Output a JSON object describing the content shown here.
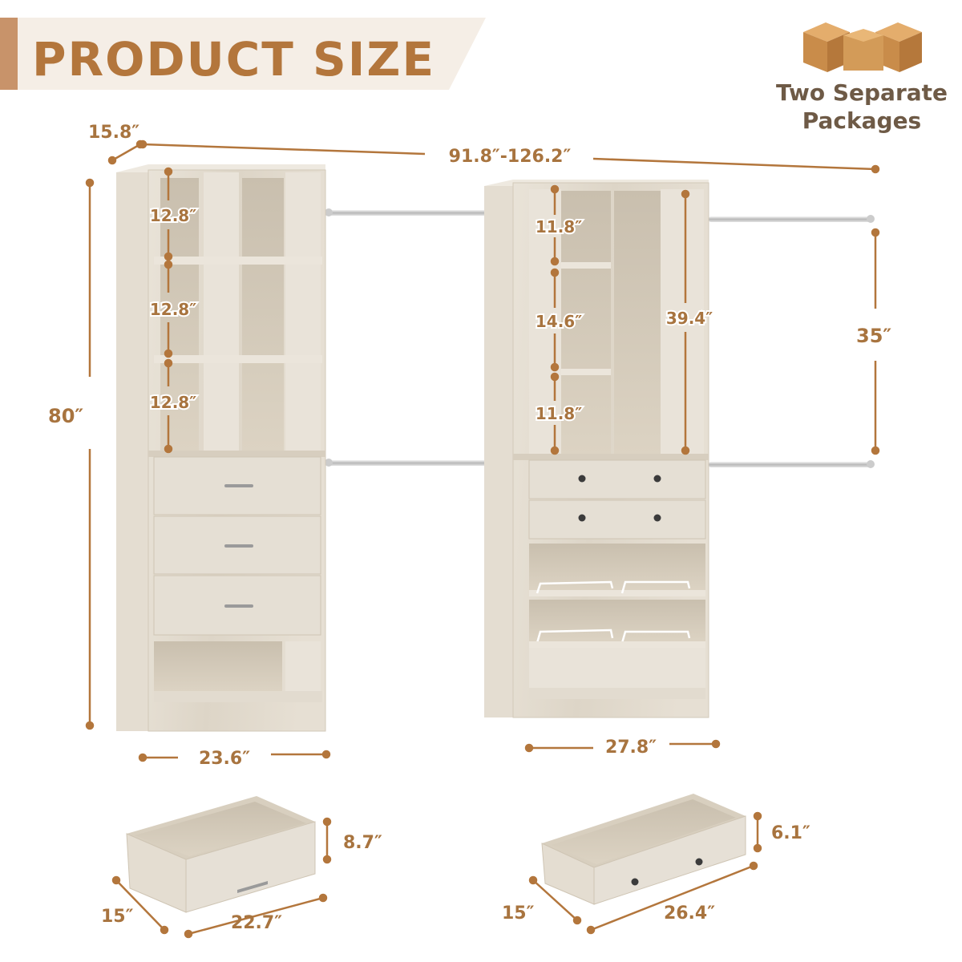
{
  "header": {
    "title": "PRODUCT SIZE",
    "package_line1": "Two Separate",
    "package_line2": "Packages"
  },
  "dimensions": {
    "depth": "15.8″",
    "total_width": "91.8″-126.2″",
    "height": "80″",
    "left_shelf_1": "12.8″",
    "left_shelf_2": "12.8″",
    "left_shelf_3": "12.8″",
    "right_shelf_1": "11.8″",
    "right_shelf_2": "14.6″",
    "right_shelf_3": "11.8″",
    "hanging_height": "39.4″",
    "rod_spacing": "35″",
    "left_width": "23.6″",
    "right_width": "27.8″",
    "left_drawer_height": "8.7″",
    "left_drawer_depth": "15″",
    "left_drawer_width": "22.7″",
    "right_drawer_height": "6.1″",
    "right_drawer_depth": "15″",
    "right_drawer_width": "26.4″"
  },
  "colors": {
    "accent": "#b3763c",
    "dimension_text": "#a8743f",
    "wood": "#e4ddd0",
    "header_bg": "#f5eee6"
  }
}
